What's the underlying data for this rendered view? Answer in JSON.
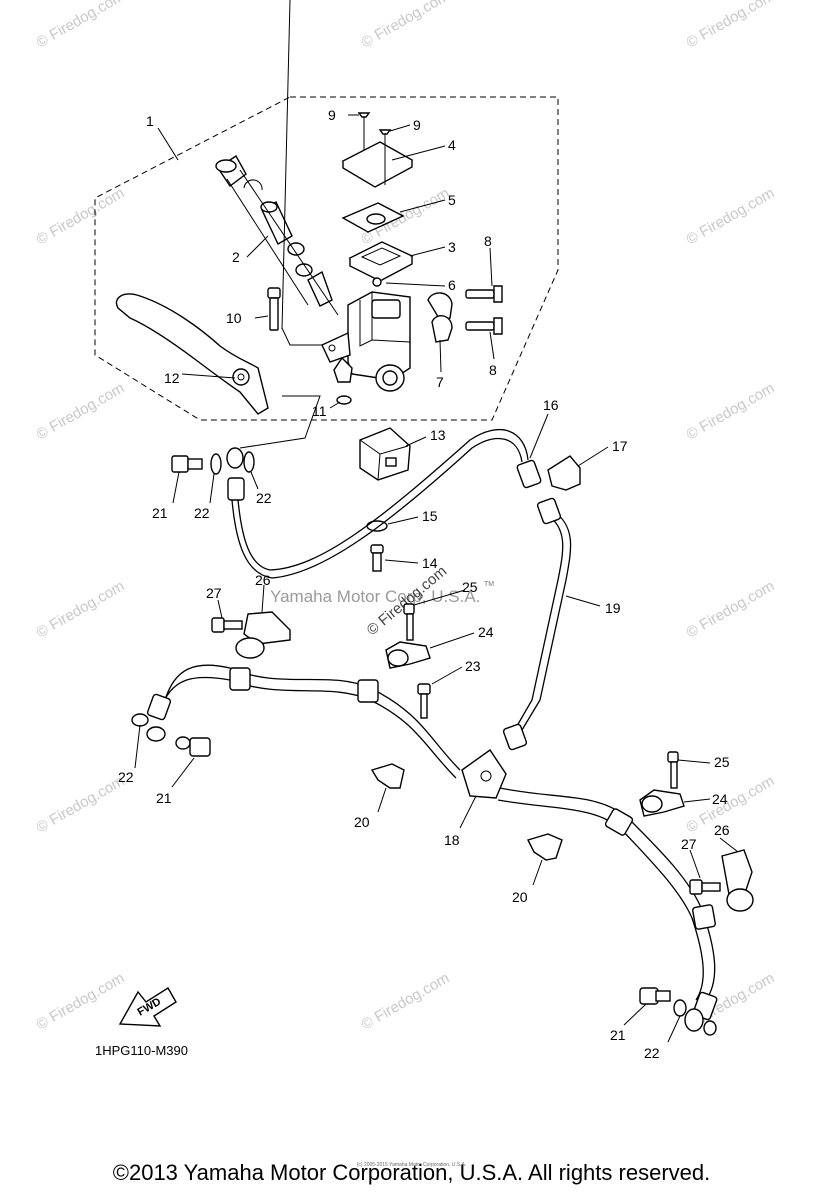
{
  "diagram": {
    "code": "1HPG110-M390",
    "fwd_label": "FWD",
    "center_watermark": "Yamaha Motor Corp, U.S.A.",
    "center_watermark2": "© Firedog.com",
    "tm_mark": "TM",
    "watermark_text": "© Firedog.com",
    "callouts": [
      {
        "id": "c1",
        "label": "1"
      },
      {
        "id": "c2",
        "label": "2"
      },
      {
        "id": "c3",
        "label": "3"
      },
      {
        "id": "c4",
        "label": "4"
      },
      {
        "id": "c5",
        "label": "5"
      },
      {
        "id": "c6",
        "label": "6"
      },
      {
        "id": "c7",
        "label": "7"
      },
      {
        "id": "c8a",
        "label": "8"
      },
      {
        "id": "c8b",
        "label": "8"
      },
      {
        "id": "c9a",
        "label": "9"
      },
      {
        "id": "c9b",
        "label": "9"
      },
      {
        "id": "c10",
        "label": "10"
      },
      {
        "id": "c11",
        "label": "11"
      },
      {
        "id": "c12",
        "label": "12"
      },
      {
        "id": "c13",
        "label": "13"
      },
      {
        "id": "c14",
        "label": "14"
      },
      {
        "id": "c15",
        "label": "15"
      },
      {
        "id": "c16",
        "label": "16"
      },
      {
        "id": "c17",
        "label": "17"
      },
      {
        "id": "c18",
        "label": "18"
      },
      {
        "id": "c19",
        "label": "19"
      },
      {
        "id": "c20a",
        "label": "20"
      },
      {
        "id": "c20b",
        "label": "20"
      },
      {
        "id": "c21a",
        "label": "21"
      },
      {
        "id": "c21b",
        "label": "21"
      },
      {
        "id": "c21c",
        "label": "21"
      },
      {
        "id": "c22a",
        "label": "22"
      },
      {
        "id": "c22b",
        "label": "22"
      },
      {
        "id": "c22c",
        "label": "22"
      },
      {
        "id": "c22d",
        "label": "22"
      },
      {
        "id": "c23",
        "label": "23"
      },
      {
        "id": "c24a",
        "label": "24"
      },
      {
        "id": "c24b",
        "label": "24"
      },
      {
        "id": "c25a",
        "label": "25"
      },
      {
        "id": "c25b",
        "label": "25"
      },
      {
        "id": "c26a",
        "label": "26"
      },
      {
        "id": "c26b",
        "label": "26"
      },
      {
        "id": "c27a",
        "label": "27"
      },
      {
        "id": "c27b",
        "label": "27"
      }
    ]
  },
  "footer": {
    "copyright": "©2013 Yamaha Motor Corporation, U.S.A. All rights reserved.",
    "tiny": "(c) 2005-2015 Yamaha Motor Corporation, U.S.A."
  }
}
